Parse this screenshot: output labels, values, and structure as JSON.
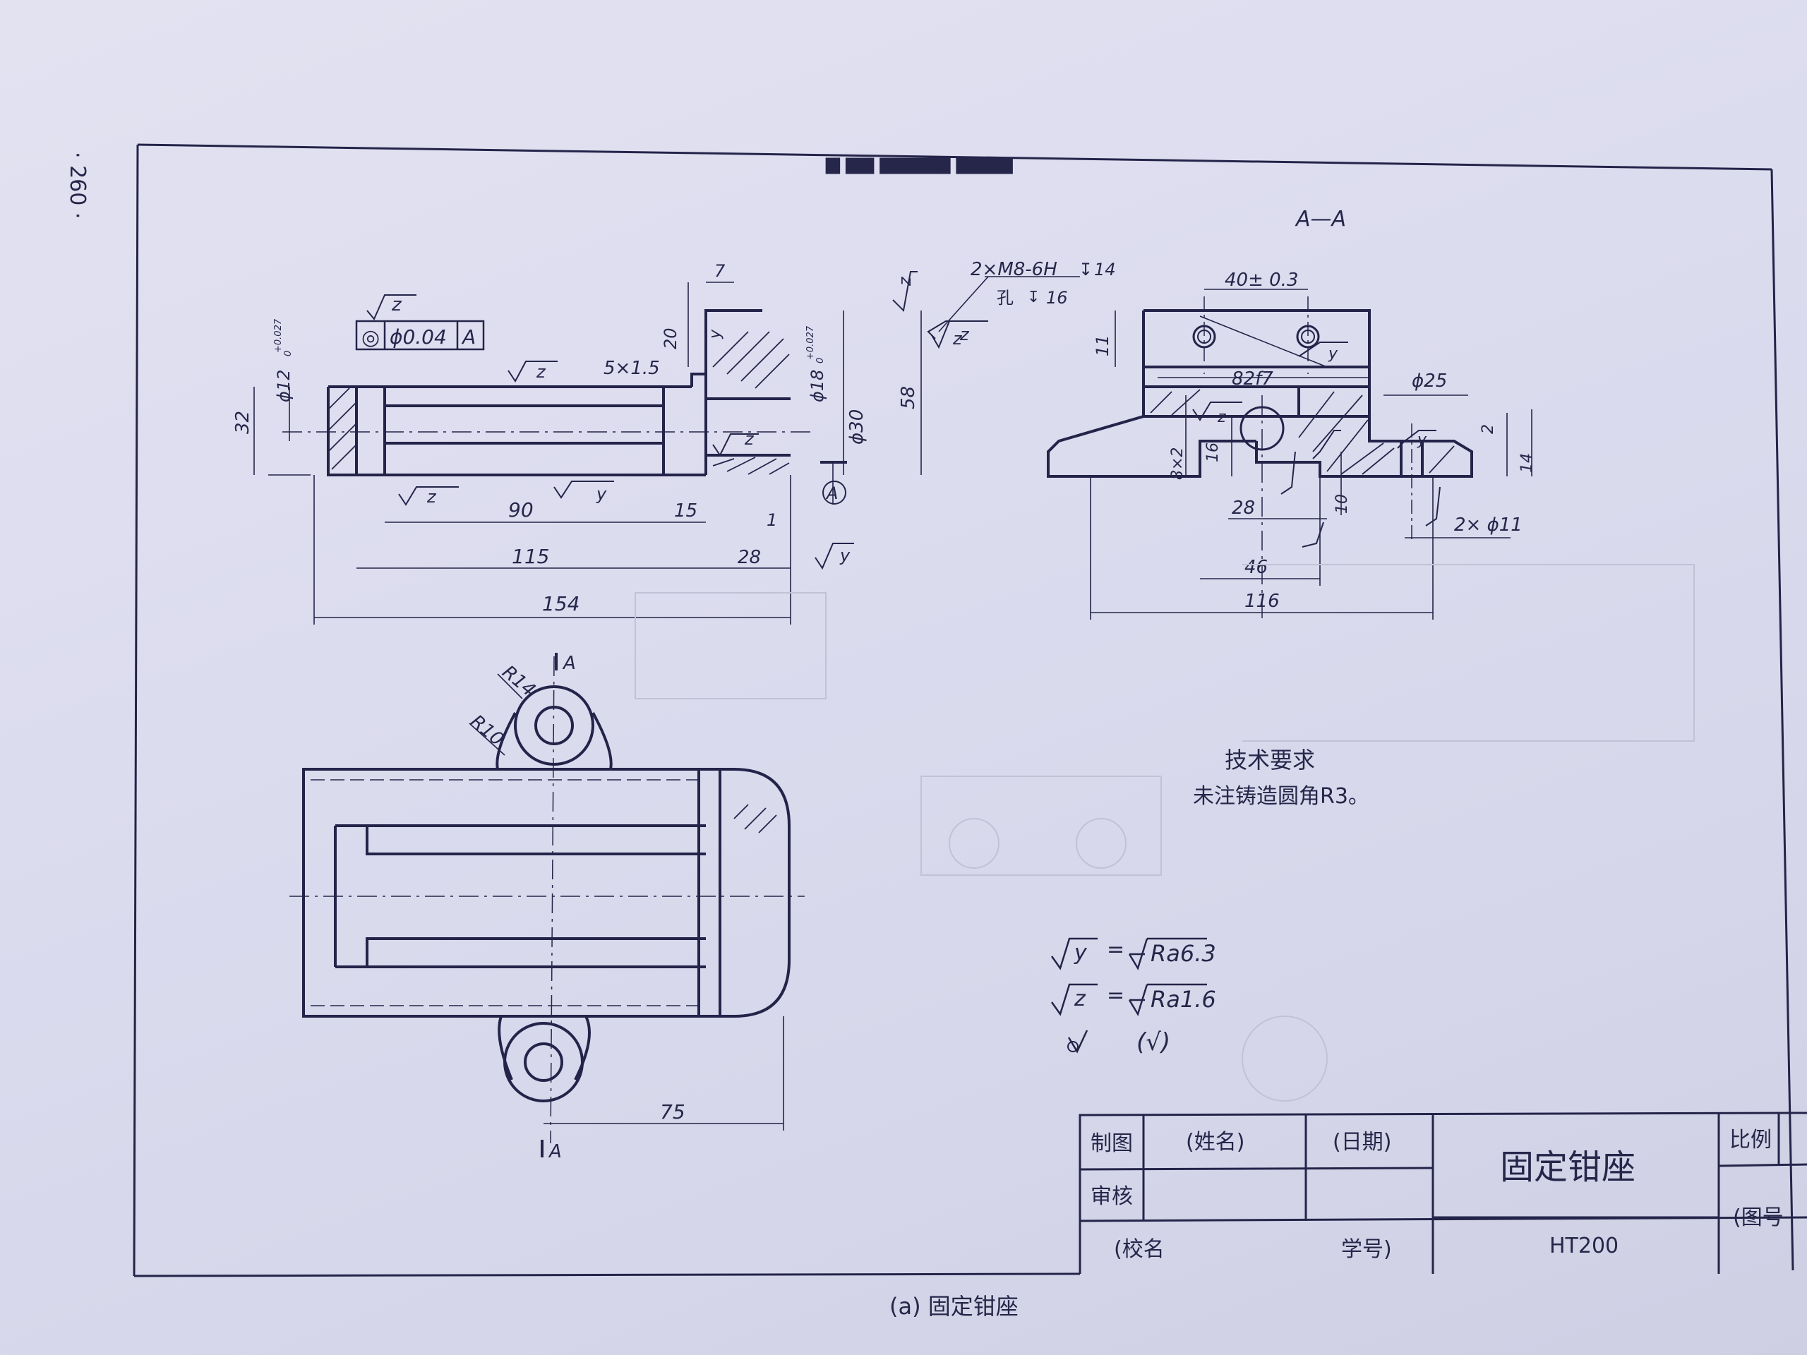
{
  "page_number": "· 260 ·",
  "view_label": "A—A",
  "front_view": {
    "gdt": {
      "symbol": "◎",
      "tolerance": "ϕ0.04",
      "datum": "A",
      "finish": "z"
    },
    "dims": {
      "d12": "ϕ12",
      "d12_tol_up": "+0.027",
      "d12_tol_low": "0",
      "h32": "32",
      "c5x15": "5×1.5",
      "w7": "7",
      "h20": "20",
      "d18": "ϕ18",
      "d18_tol_up": "+0.027",
      "d18_tol_low": "0",
      "d30": "ϕ30",
      "h58": "58",
      "w90": "90",
      "w15": "15",
      "w115": "115",
      "w28": "28",
      "w1": "1",
      "w154": "154",
      "datum_a": "A"
    },
    "finishes": {
      "z": "z",
      "y": "y"
    }
  },
  "section_view": {
    "thread_callout": "2×M8-6H",
    "thread_depth": "14",
    "hole_label": "孔",
    "hole_depth": "16",
    "dims": {
      "d40": "40± 0.3",
      "h11": "11",
      "fit82": "82f7",
      "d25": "ϕ25",
      "h2": "2",
      "h14": "14",
      "h8x2": "8×2",
      "h16": "16",
      "h10": "10",
      "w28": "28",
      "holes2x11": "2× ϕ11",
      "w46": "46",
      "w116": "116"
    }
  },
  "top_view": {
    "r14": "R14",
    "r10": "R10",
    "section_a": "A",
    "w75": "75"
  },
  "tech_req": {
    "title": "技术要求",
    "body": "未注铸造圆角R3。"
  },
  "roughness": {
    "y_symbol": "y",
    "y_value": "Ra6.3",
    "z_symbol": "z",
    "z_value": "Ra1.6",
    "rest": "(√)"
  },
  "title_block": {
    "drawn_label": "制图",
    "name_label": "(姓名)",
    "date_label": "(日期)",
    "check_label": "审核",
    "school_label": "(校名",
    "student_label": "学号)",
    "part_name": "固定钳座",
    "material": "HT200",
    "scale_label": "比例",
    "drawing_no_label": "(图号"
  },
  "caption": "(a)  固定钳座"
}
